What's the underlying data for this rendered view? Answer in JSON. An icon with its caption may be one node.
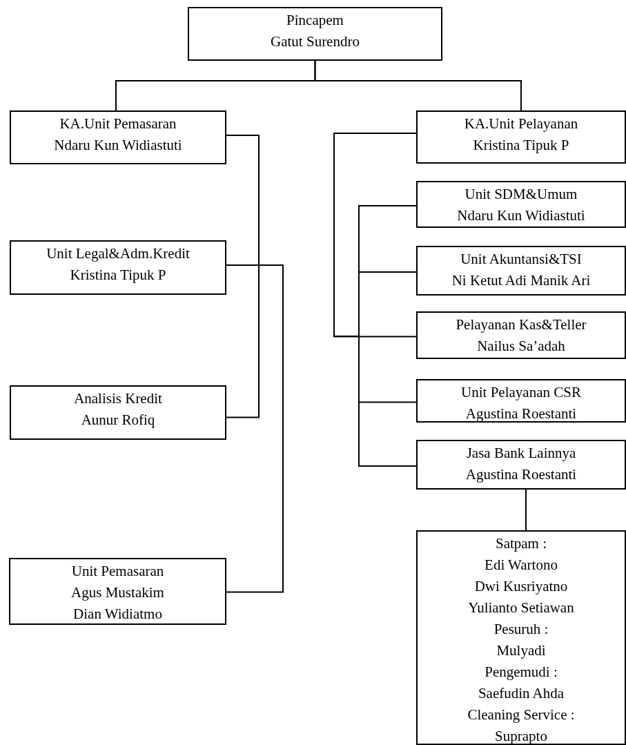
{
  "diagram": {
    "nodes": [
      {
        "text": [
          "Pincapem",
          "Gatut Surendro"
        ]
      },
      {
        "text": [
          "KA.Unit Pemasaran",
          "Ndaru Kun Widiastuti"
        ]
      },
      {
        "text": [
          "Unit Legal&Adm.Kredit",
          "Kristina Tipuk P"
        ]
      },
      {
        "text": [
          "Analisis Kredit",
          "Aunur Rofiq"
        ]
      },
      {
        "text": [
          "Unit Pemasaran",
          "Agus Mustakim",
          "Dian Widiatmo"
        ]
      },
      {
        "text": [
          "KA.Unit Pelayanan",
          "Kristina Tipuk P"
        ]
      },
      {
        "text": [
          "Unit SDM&Umum",
          "Ndaru Kun Widiastuti"
        ]
      },
      {
        "text": [
          "Unit Akuntansi&TSI",
          "Ni Ketut Adi Manik Ari"
        ]
      },
      {
        "text": [
          "Pelayanan Kas&Teller",
          "Nailus Sa’adah"
        ]
      },
      {
        "text": [
          "Unit Pelayanan CSR",
          "Agustina Roestanti"
        ]
      },
      {
        "text": [
          "Jasa Bank Lainnya",
          "Agustina Roestanti"
        ]
      },
      {
        "text": [
          "Satpam :",
          "Edi Wartono",
          "Dwi Kusriyatno",
          "Yulianto Setiawan",
          "Pesuruh :",
          "Mulyadi",
          "Pengemudi :",
          "Saefudin Ahda",
          "Cleaning Service :",
          "Suprapto"
        ]
      }
    ],
    "edges": [
      {
        "from": 0,
        "to": 1,
        "arrow": "none"
      },
      {
        "from": 0,
        "to": 5,
        "arrow": "none"
      },
      {
        "from": 1,
        "to": 3,
        "arrow": "none"
      },
      {
        "from": 2,
        "to": 4,
        "arrow": "none"
      },
      {
        "from": 5,
        "to": 6,
        "arrow": "none"
      },
      {
        "from": 5,
        "to": 7,
        "arrow": "none"
      },
      {
        "from": 5,
        "to": 8,
        "arrow": "none"
      },
      {
        "from": 5,
        "to": 9,
        "arrow": "none"
      },
      {
        "from": 5,
        "to": 10,
        "arrow": "none"
      },
      {
        "from": 10,
        "to": 11,
        "arrow": "none"
      }
    ]
  }
}
